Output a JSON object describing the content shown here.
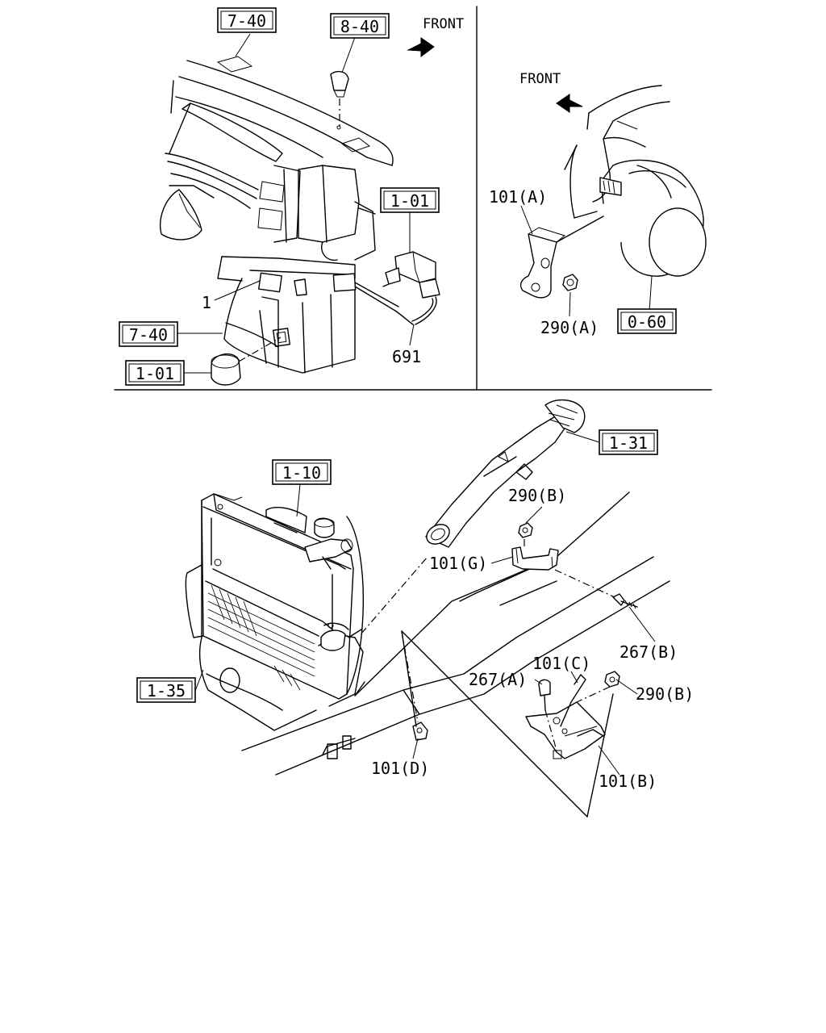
{
  "direction_labels": {
    "front_top_left": "FRONT",
    "front_top_right": "FRONT"
  },
  "reference_boxes": {
    "tl_7_40_top": "7-40",
    "tl_8_40": "8-40",
    "tl_1_01_right": "1-01",
    "tl_7_40_left": "7-40",
    "tl_1_01_bottom": "1-01",
    "tr_0_60": "0-60",
    "b_1_31": "1-31",
    "b_1_10": "1-10",
    "b_1_35": "1-35"
  },
  "part_labels": {
    "tl_1": "1",
    "tl_691": "691",
    "tr_101a": "101(A)",
    "tr_290a": "290(A)",
    "b_290b_top": "290(B)",
    "b_101g": "101(G)",
    "b_267b": "267(B)",
    "b_101c": "101(C)",
    "b_267a": "267(A)",
    "b_290b_right": "290(B)",
    "b_101d": "101(D)",
    "b_101b": "101(B)"
  }
}
